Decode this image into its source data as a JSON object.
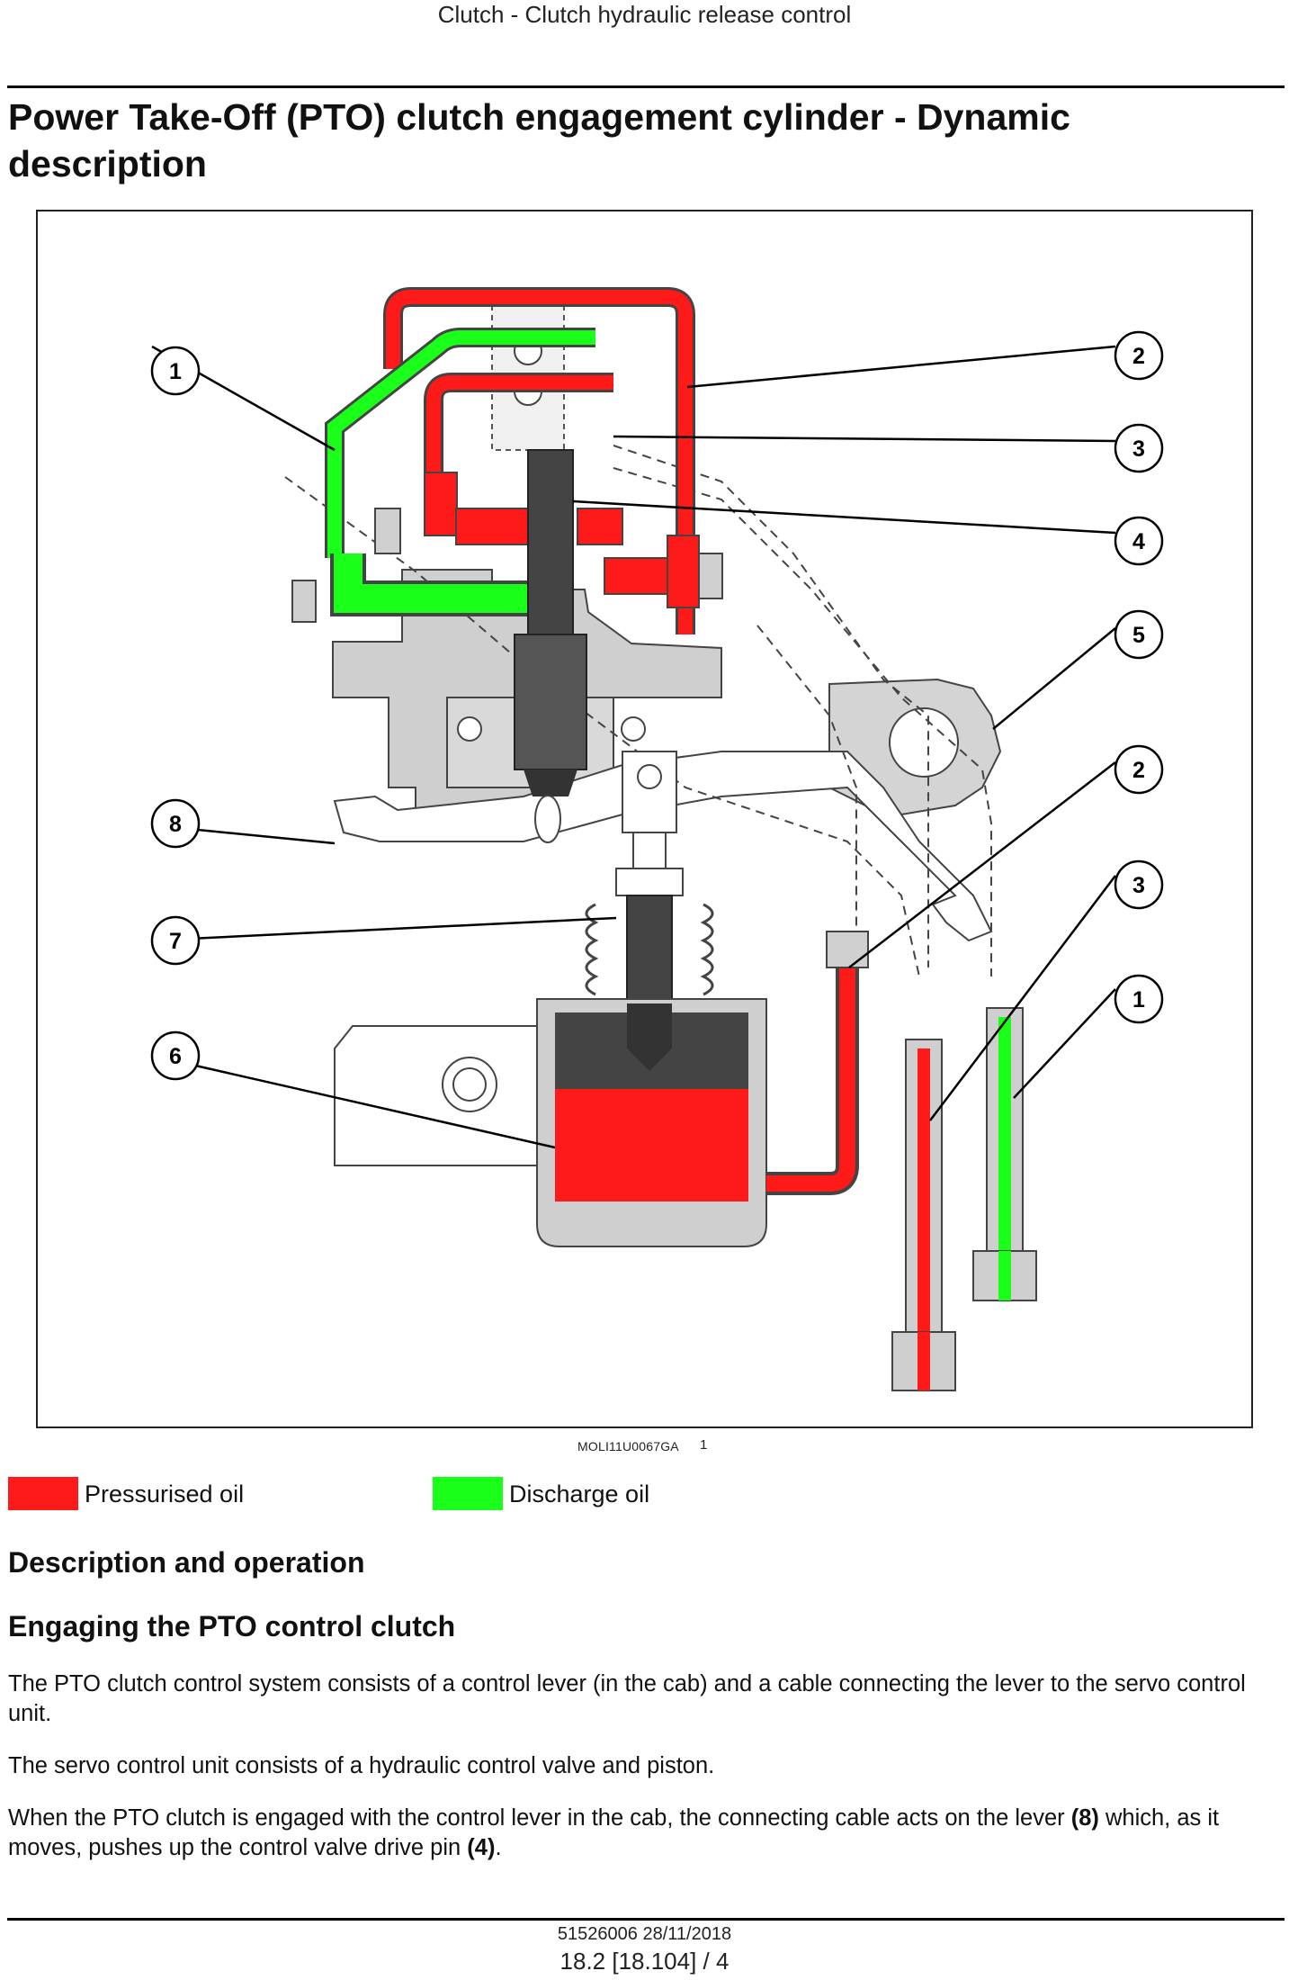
{
  "header": {
    "running_title": "Clutch - Clutch hydraulic release control"
  },
  "title": "Power Take-Off (PTO) clutch engagement cylinder - Dynamic description",
  "figure": {
    "ref_code": "MOLI11U0067GA",
    "number": "1",
    "callouts": [
      "1",
      "2",
      "3",
      "4",
      "5",
      "2",
      "3",
      "8",
      "7",
      "1",
      "6"
    ]
  },
  "legend": [
    {
      "label": "Pressurised oil",
      "color": "#ff1a1a"
    },
    {
      "label": "Discharge oil",
      "color": "#1aff1a"
    }
  ],
  "sections": {
    "description_heading": "Description and operation",
    "engaging_heading": "Engaging the PTO control clutch",
    "paragraphs": [
      "The PTO clutch control system consists of a control lever (in the cab) and a cable connecting the lever to the servo control unit.",
      "The servo control unit consists of a hydraulic control valve and piston."
    ],
    "para3": {
      "part1": "When the PTO clutch is engaged with the control lever in the cab, the connecting cable acts on the lever ",
      "ref1": "(8)",
      "part2": " which, as it moves, pushes up the control valve drive pin ",
      "ref2": "(4)",
      "part3": "."
    }
  },
  "footer": {
    "doc": "51526006 28/11/2018",
    "page": "18.2 [18.104] / 4"
  }
}
